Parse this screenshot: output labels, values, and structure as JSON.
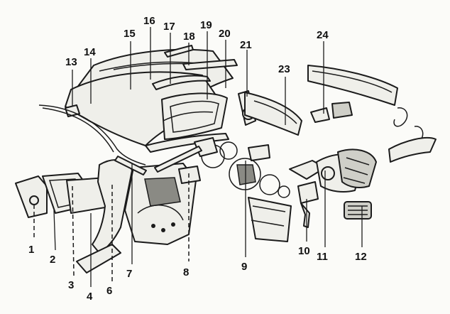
{
  "callouts": [
    "1",
    "2",
    "3",
    "4",
    "6",
    "7",
    "8",
    "9",
    "10",
    "11",
    "12",
    "13",
    "14",
    "15",
    "16",
    "17",
    "18",
    "19",
    "20",
    "21",
    "23",
    "24"
  ]
}
